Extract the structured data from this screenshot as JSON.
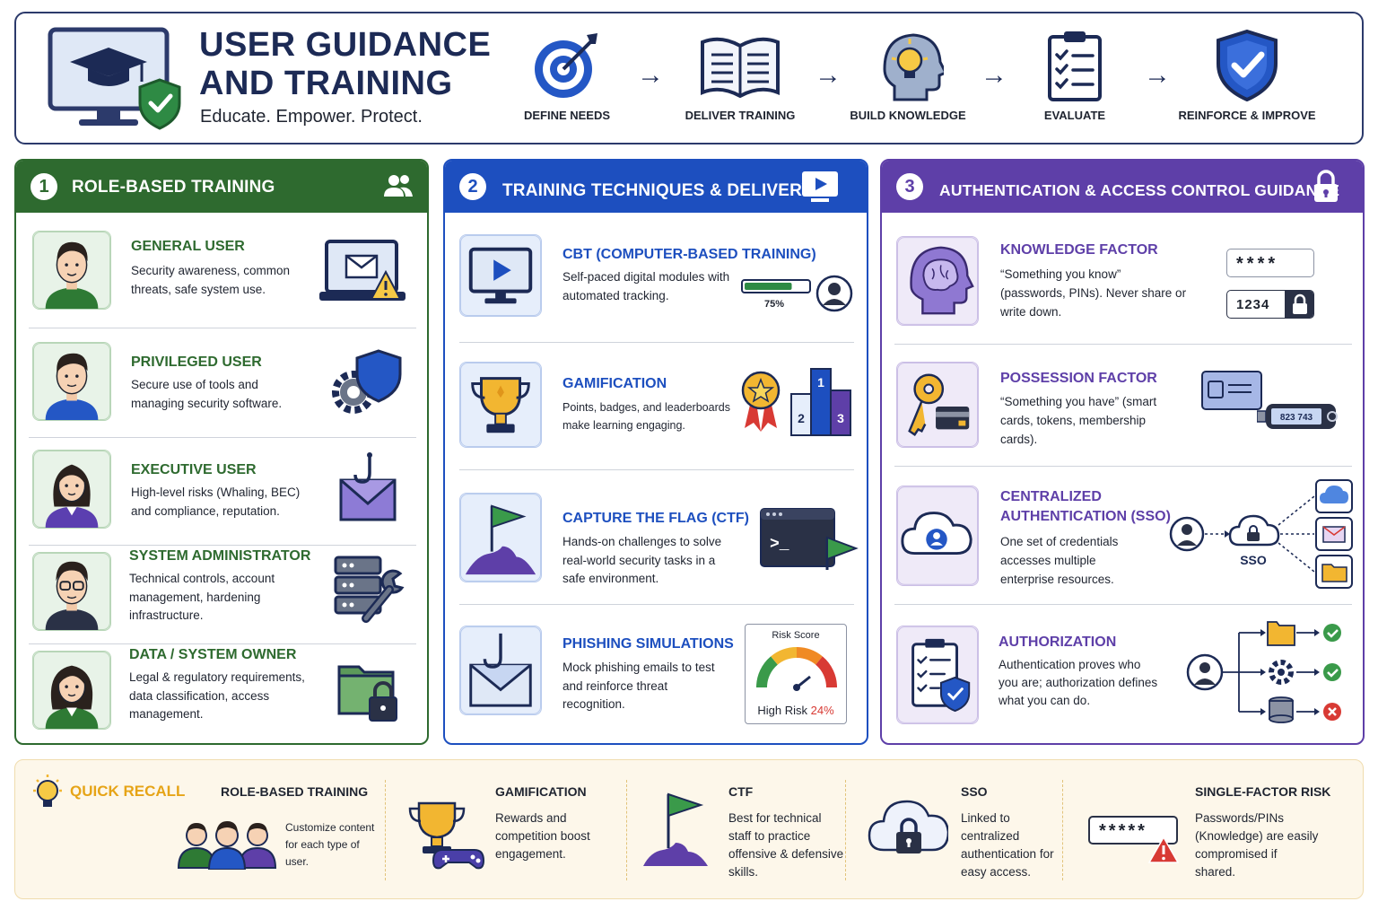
{
  "header": {
    "title_line1": "USER GUIDANCE",
    "title_line2": "AND TRAINING",
    "tagline": "Educate. Empower. Protect.",
    "steps": [
      "DEFINE NEEDS",
      "DELIVER TRAINING",
      "BUILD KNOWLEDGE",
      "EVALUATE",
      "REINFORCE & IMPROVE"
    ],
    "arrow_glyph": "→"
  },
  "colors": {
    "navy": "#1c2a55",
    "green": "#2e6a2f",
    "blue": "#1d4fbf",
    "purple": "#5e3fa8",
    "gold": "#e6a417",
    "red": "#d83a34"
  },
  "panels": {
    "role_based": {
      "number": "1",
      "title": "ROLE-BASED TRAINING",
      "icon": "users-icon",
      "items": [
        {
          "title": "GENERAL USER",
          "text": "Security awareness, common threats, safe system use.",
          "icon": "laptop-mail-warning-icon"
        },
        {
          "title": "PRIVILEGED USER",
          "text": "Secure use of tools and managing security software.",
          "icon": "gear-shield-icon"
        },
        {
          "title": "EXECUTIVE USER",
          "text": "High-level risks (Whaling, BEC) and compliance, reputation.",
          "icon": "phishing-envelope-icon"
        },
        {
          "title": "SYSTEM ADMINISTRATOR",
          "text": "Technical controls, account management, hardening infrastructure.",
          "icon": "server-wrench-icon"
        },
        {
          "title": "DATA / SYSTEM OWNER",
          "text": "Legal & regulatory requirements, data classification, access management.",
          "icon": "folder-lock-icon"
        }
      ]
    },
    "techniques": {
      "number": "2",
      "title": "TRAINING TECHNIQUES & DELIVERY",
      "icon": "video-play-icon",
      "items": [
        {
          "title": "CBT (COMPUTER-BASED TRAINING)",
          "text": "Self-paced digital modules with automated tracking.",
          "progress_label": "75%",
          "progress": 0.75,
          "icon": "monitor-play-icon"
        },
        {
          "title": "GAMIFICATION",
          "text": "Points, badges, and leaderboards make learning engaging.",
          "podium": [
            "1",
            "2",
            "3"
          ],
          "icon": "trophy-icon"
        },
        {
          "title": "CAPTURE THE FLAG (CTF)",
          "text": "Hands-on challenges to solve real-world security tasks in a safe environment.",
          "terminal_prompt": ">_",
          "icon": "flag-mountain-icon"
        },
        {
          "title": "PHISHING SIMULATIONS",
          "text": "Mock phishing emails to test and reinforce threat recognition.",
          "gauge_title": "Risk Score",
          "gauge_label": "High Risk",
          "gauge_value": "24%",
          "icon": "hook-envelope-icon"
        }
      ]
    },
    "auth": {
      "number": "3",
      "title": "AUTHENTICATION & ACCESS CONTROL GUIDANCE",
      "icon": "lock-icon",
      "items": [
        {
          "title": "KNOWLEDGE FACTOR",
          "text": "“Something you know” (passwords, PINs). Never share or write down.",
          "password_mask": "****",
          "pin": "1234",
          "icon": "brain-head-icon"
        },
        {
          "title": "POSSESSION FACTOR",
          "text": "“Something you have” (smart cards, tokens, membership cards).",
          "token_code": "823 743",
          "icon": "key-card-icon"
        },
        {
          "title_line1": "CENTRALIZED",
          "title_line2": "AUTHENTICATION (SSO)",
          "text": "One set of credentials accesses multiple enterprise resources.",
          "sso_label": "SSO",
          "icon": "cloud-user-icon"
        },
        {
          "title": "AUTHORIZATION",
          "text": "Authentication proves who you are; authorization defines what you can do.",
          "icon": "clipboard-shield-icon"
        }
      ]
    }
  },
  "quick_recall": {
    "title": "QUICK RECALL",
    "items": [
      {
        "title": "ROLE-BASED TRAINING",
        "text": "Customize content for each type of user."
      },
      {
        "title": "GAMIFICATION",
        "text": "Rewards and competition boost engagement."
      },
      {
        "title": "CTF",
        "text": "Best for technical staff to practice offensive & defensive skills."
      },
      {
        "title": "SSO",
        "text": "Linked to centralized authentication for easy access."
      },
      {
        "title": "SINGLE-FACTOR RISK",
        "text": "Passwords/PINs (Knowledge) are easily compromised if shared.",
        "mask": "*****"
      }
    ]
  }
}
